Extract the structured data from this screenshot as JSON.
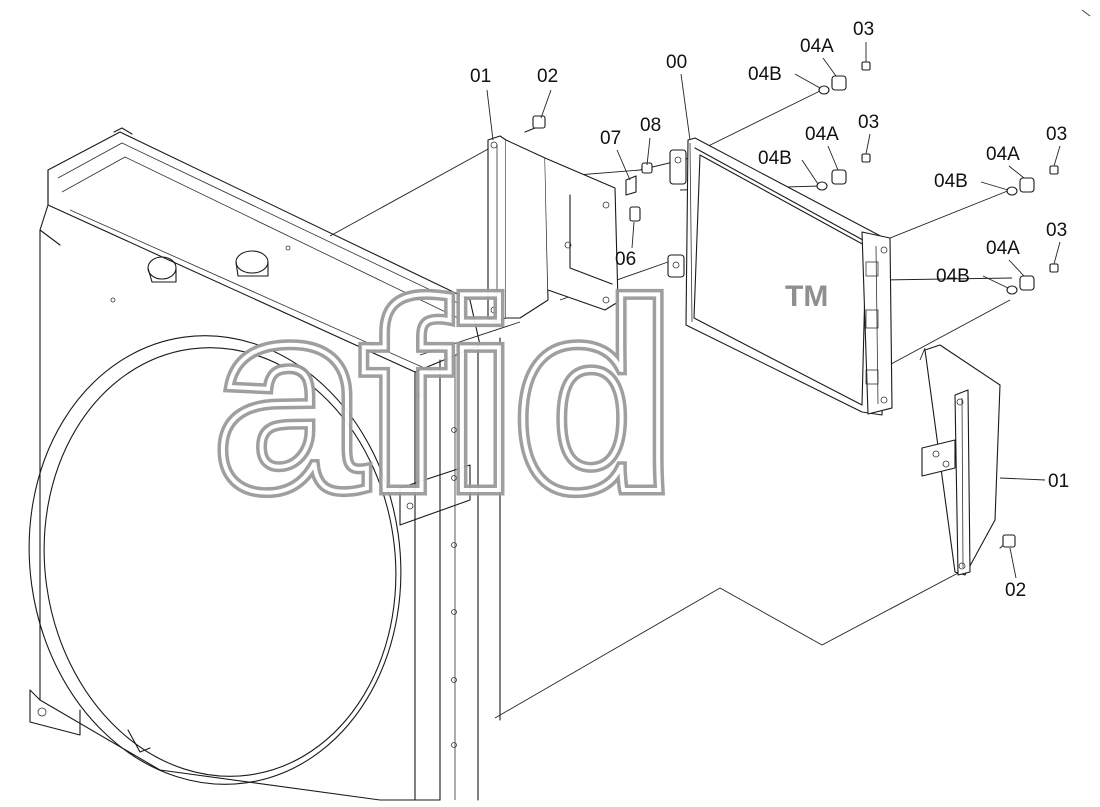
{
  "diagram": {
    "callouts": {
      "left_bracket": "01",
      "left_bolt": "02",
      "top_cooler": "00",
      "clip_07": "07",
      "clip_08": "08",
      "clip_06": "06",
      "top_04a": "04A",
      "top_04b": "04B",
      "top_03": "03",
      "mid_04a": "04A",
      "mid_04b": "04B",
      "mid_03": "03",
      "r1_04a": "04A",
      "r1_04b": "04B",
      "r1_03": "03",
      "r2_04a": "04A",
      "r2_04b": "04B",
      "r2_03": "03",
      "right_bracket": "01",
      "right_bolt": "02"
    },
    "watermark": {
      "logo_text": "afid",
      "trademark": "TM"
    }
  }
}
